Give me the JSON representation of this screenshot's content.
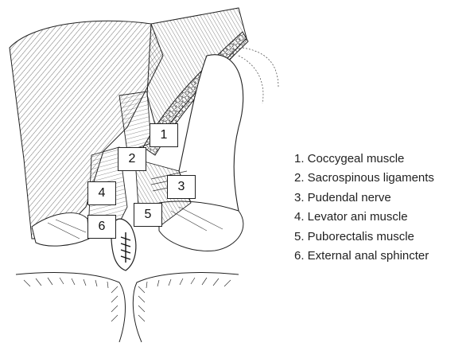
{
  "figure": {
    "callouts": [
      {
        "number": "1",
        "target": "Coccygeal muscle"
      },
      {
        "number": "2",
        "target": "Sacrospinous ligaments"
      },
      {
        "number": "3",
        "target": "Pudendal nerve"
      },
      {
        "number": "4",
        "target": "Levator ani muscle"
      },
      {
        "number": "5",
        "target": "Puborectalis muscle"
      },
      {
        "number": "6",
        "target": "External anal sphincter"
      }
    ],
    "legend": [
      "1. Coccygeal muscle",
      "2. Sacrospinous ligaments",
      "3. Pudendal nerve",
      "4. Levator ani muscle",
      "5. Puborectalis muscle",
      "6. External anal sphincter"
    ],
    "colors": {
      "ink": "#222222",
      "background": "#ffffff"
    }
  }
}
